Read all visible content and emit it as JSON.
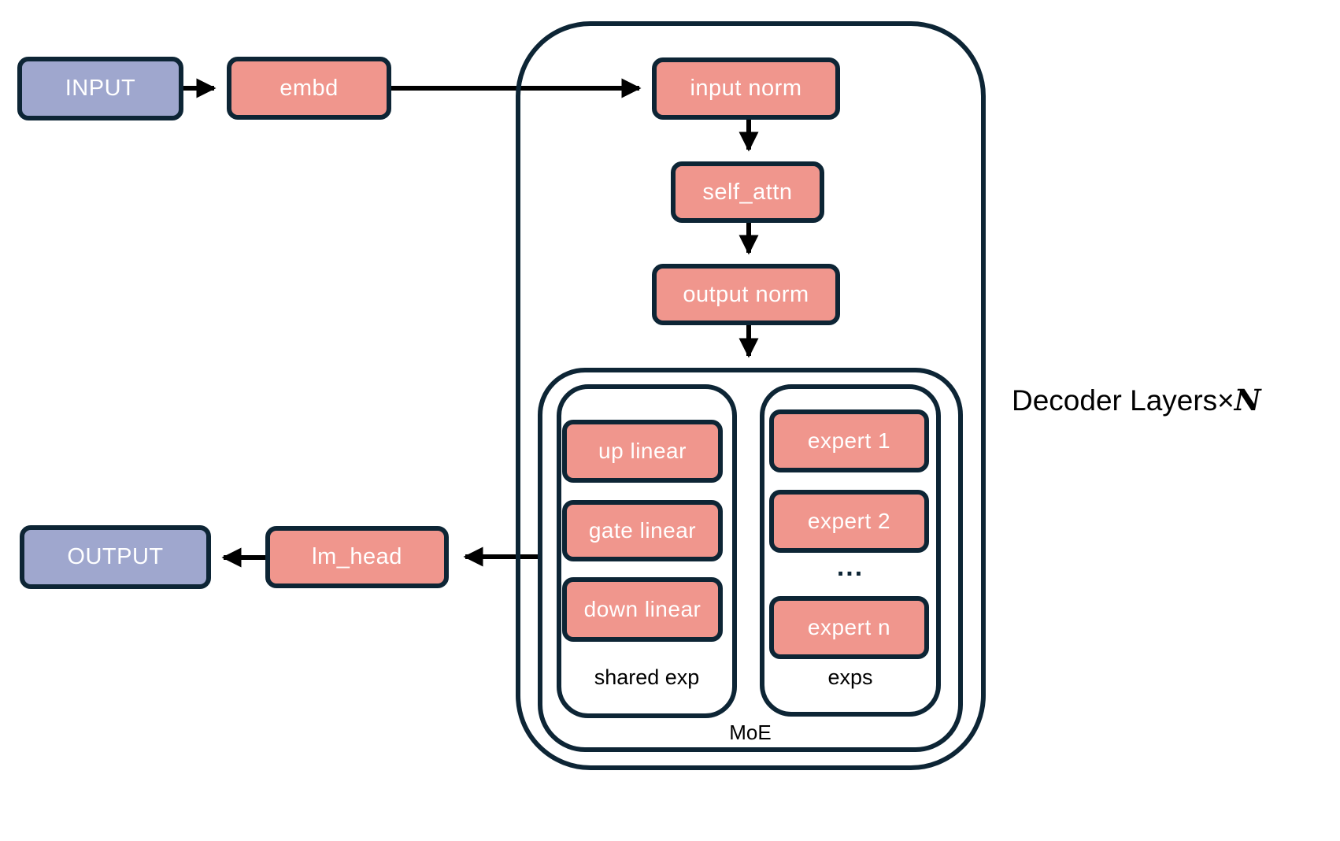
{
  "colors": {
    "io_fill": "#9FA7CE",
    "module_fill": "#F0968D",
    "outline": "#0D2535",
    "arrow": "#000000",
    "label_text": "#000000",
    "box_text": "#FFFFFF"
  },
  "io": {
    "input": "INPUT",
    "output": "OUTPUT"
  },
  "pipeline": {
    "embd": "embd",
    "lm_head": "lm_head"
  },
  "decoder": {
    "label_prefix": "Decoder Layers×",
    "label_n": "N",
    "input_norm": "input norm",
    "self_attn": "self_attn",
    "output_norm": "output norm"
  },
  "moe": {
    "label": "MoE",
    "shared_exp": {
      "label": "shared exp",
      "up_linear": "up linear",
      "gate_linear": "gate linear",
      "down_linear": "down linear"
    },
    "exps": {
      "label": "exps",
      "expert_1": "expert 1",
      "expert_2": "expert 2",
      "ellipsis": "...",
      "expert_n": "expert n"
    }
  }
}
